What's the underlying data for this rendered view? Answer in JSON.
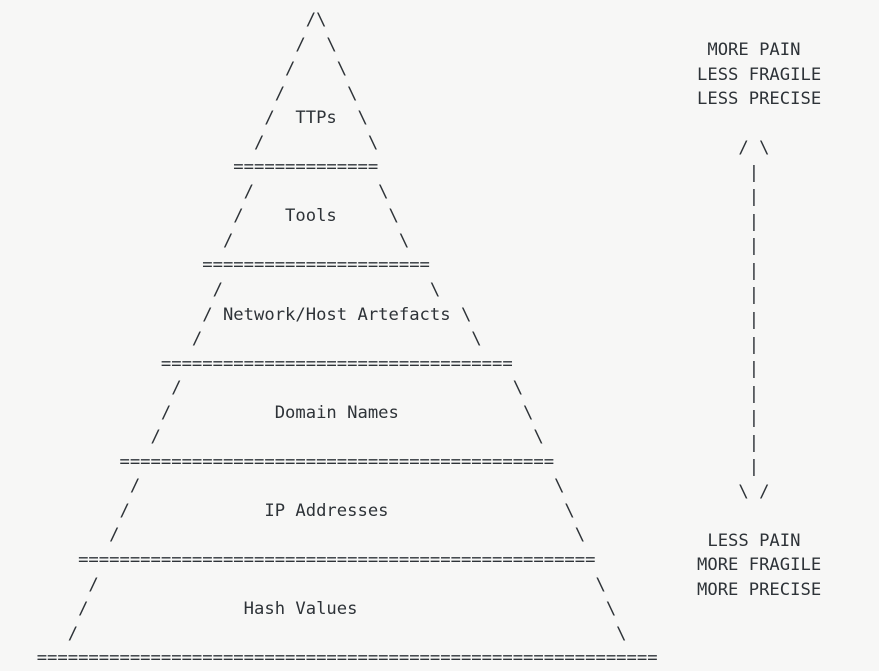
{
  "meta": {
    "title": "Pyramid of Pain",
    "background_color": "#f7f7f6",
    "text_color": "#2e3338"
  },
  "pyramid": {
    "tiers": [
      {
        "label": "TTPs"
      },
      {
        "label": "Tools"
      },
      {
        "label": "Network/Host Artefacts"
      },
      {
        "label": "Domain Names"
      },
      {
        "label": "IP Addresses"
      },
      {
        "label": "Hash Values"
      }
    ],
    "separator_char": "=",
    "left_edge_char": "/",
    "right_edge_char": "\\",
    "apex": "/\\",
    "ascii": "                            /\\\n                           /  \\\n                          /    \\\n                         /      \\\n                        /  TTPs  \\\n                       /          \\\n                     ==============\n                      /            \\\n                     /    Tools     \\\n                    /                \\\n                  ======================\n                   /                    \\\n                  / Network/Host Artefacts \\\n                 /                          \\\n              ==================================\n               /                                \\\n              /          Domain Names            \\\n             /                                    \\\n          ==========================================\n           /                                        \\\n          /             IP Addresses                 \\\n         /                                            \\\n      ==================================================\n       /                                                \\\n      /               Hash Values                        \\\n     /                                                    \\\n  ============================================================"
  },
  "legend": {
    "top_lines": [
      "MORE PAIN",
      "LESS FRAGILE",
      "LESS PRECISE"
    ],
    "bottom_lines": [
      "LESS PAIN",
      "MORE FRAGILE",
      "MORE PRECISE"
    ],
    "arrow_up": "/ \\",
    "arrow_down": "\\ /",
    "arrow_shaft": "|",
    "arrow_shaft_rows": 13,
    "ascii": " MORE PAIN\nLESS FRAGILE\nLESS PRECISE\n\n    / \\\n     |\n     |\n     |\n     |\n     |\n     |\n     |\n     |\n     |\n     |\n     |\n     |\n     |\n    \\ /\n\n LESS PAIN\nMORE FRAGILE\nMORE PRECISE"
  }
}
